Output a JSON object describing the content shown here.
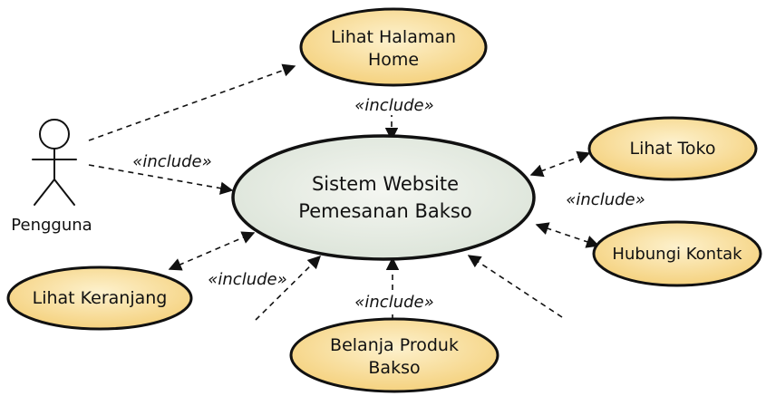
{
  "actor": {
    "label": "Pengguna"
  },
  "system": {
    "line1": "Sistem Website",
    "line2": "Pemesanan Bakso"
  },
  "use_cases": {
    "home": {
      "line1": "Lihat Halaman",
      "line2": "Home"
    },
    "toko": {
      "label": "Lihat Toko"
    },
    "kontak": {
      "label": "Hubungi Kontak"
    },
    "keranjang": {
      "label": "Lihat Keranjang"
    },
    "produk": {
      "line1": "Belanja Produk",
      "line2": "Bakso"
    }
  },
  "include_labels": {
    "top": "«include»",
    "actor": "«include»",
    "right": "«include»",
    "left_bottom": "«include»",
    "bottom": "«include»"
  },
  "colors": {
    "use_case_fill": "#f7d98c",
    "use_case_fill_light": "#fdf1cd",
    "system_fill": "#e6ece4",
    "stroke": "#111111"
  }
}
